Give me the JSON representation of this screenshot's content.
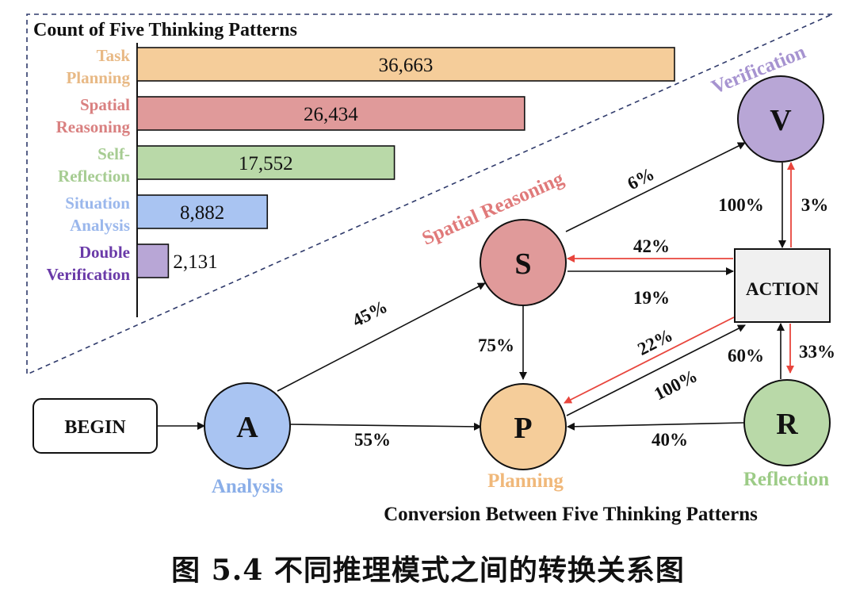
{
  "bar_chart": {
    "title": "Count of Five Thinking Patterns",
    "bars": [
      {
        "label_line1": "Task",
        "label_line2": "Planning",
        "value": 36663,
        "value_label": "36,663",
        "fill": "#f5cd9a",
        "label_color": "#e8b985"
      },
      {
        "label_line1": "Spatial",
        "label_line2": "Reasoning",
        "value": 26434,
        "value_label": "26,434",
        "fill": "#e09a9a",
        "label_color": "#d98080"
      },
      {
        "label_line1": "Self-",
        "label_line2": "Reflection",
        "value": 17552,
        "value_label": "17,552",
        "fill": "#b9d9a8",
        "label_color": "#a6cc92"
      },
      {
        "label_line1": "Situation",
        "label_line2": "Analysis",
        "value": 8882,
        "value_label": "8,882",
        "fill": "#a9c4f2",
        "label_color": "#9ab7ec"
      },
      {
        "label_line1": "Double",
        "label_line2": "Verification",
        "value": 2131,
        "value_label": "2,131",
        "fill": "#b8a6d6",
        "label_color": "#6a3aa8"
      }
    ]
  },
  "diagram": {
    "title": "Conversion Between Five Thinking Patterns",
    "begin_label": "BEGIN",
    "action_label": "ACTION",
    "nodes": {
      "A": {
        "letter": "A",
        "name": "Analysis",
        "fill": "#a9c4f2",
        "name_color": "#8aaee8"
      },
      "S": {
        "letter": "S",
        "name": "Spatial Reasoning",
        "fill": "#e09a9a",
        "name_color": "#e07a7a"
      },
      "P": {
        "letter": "P",
        "name": "Planning",
        "fill": "#f5cd9a",
        "name_color": "#f0b87a"
      },
      "V": {
        "letter": "V",
        "name": "Verification",
        "fill": "#b8a6d6",
        "name_color": "#a693d0"
      },
      "R": {
        "letter": "R",
        "name": "Reflection",
        "fill": "#b9d9a8",
        "name_color": "#9ccb86"
      }
    },
    "edges": {
      "a_to_s": "45%",
      "a_to_p": "55%",
      "s_to_v": "6%",
      "s_to_p": "75%",
      "action_to_s": "42%",
      "s_to_action": "19%",
      "v_to_action": "100%",
      "action_to_v": "3%",
      "action_to_p": "22%",
      "p_to_action": "100%",
      "r_to_action": "60%",
      "action_to_r": "33%",
      "r_to_p": "40%"
    }
  },
  "caption": "图 5.4 不同推理模式之间的转换关系图"
}
